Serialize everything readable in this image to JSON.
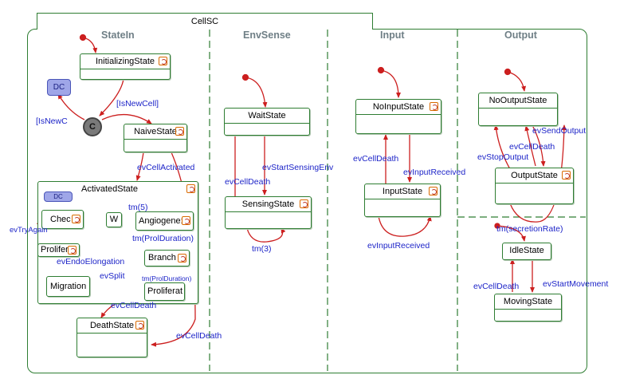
{
  "title": "CellSC",
  "regions": {
    "statein": "StateIn",
    "envsense": "EnvSense",
    "input": "Input",
    "output": "Output"
  },
  "states": {
    "initializing": "InitializingState",
    "naive": "NaiveState",
    "activated": "ActivatedState",
    "checker": "Chec",
    "w": "W",
    "angiogenesis": "Angiogene:",
    "prolifer1": "Prolifer",
    "branch": "Branch",
    "migration": "Migration",
    "proliferat2": "Proliferat",
    "death": "DeathState",
    "wait": "WaitState",
    "sensing": "SensingState",
    "noinput": "NoInputState",
    "inputstate": "InputState",
    "nooutput": "NoOutputState",
    "outputstate": "OutputState",
    "idle": "IdleState",
    "moving": "MovingState"
  },
  "connector": {
    "condition": "C",
    "dc_main": "DC",
    "dc_small": "DC"
  },
  "labels": {
    "is_new_cell": "[IsNewCell]",
    "is_new_c": "[IsNewC",
    "ev_cell_activated": "evCellActivated",
    "tm5": "tm(5)",
    "tm_prol_duration": "tm(ProlDuration)",
    "tm_prol_duration_small": "tm(ProlDuration)",
    "ev_try_again": "evTryAgain",
    "ev_endo_elongation": "evEndoElongation",
    "ev_split": "evSplit",
    "ev_cell_death_1": "evCellDeath",
    "ev_cell_death_2": "evCellDeath",
    "ev_start_sensing_env": "evStartSensingEnv",
    "ev_cell_death_env": "evCellDeath",
    "tm3": "tm(3)",
    "ev_cell_death_input": "evCellDeath",
    "ev_input_received_1": "evInputReceived",
    "ev_input_received_2": "evInputReceived",
    "ev_send_output": "evSendOutput",
    "ev_cell_death_out": "evCellDeath",
    "ev_stop_output": "evStopOutput",
    "tm_secretion_rate": "tm(secretionRate)",
    "ev_cell_death_idle": "evCellDeath",
    "ev_start_movement": "evStartMovement"
  },
  "colors": {
    "state_border": "#2e7d32",
    "transition": "#cc1f1f",
    "label": "#1d24c8",
    "region_title": "#6f7f86"
  }
}
